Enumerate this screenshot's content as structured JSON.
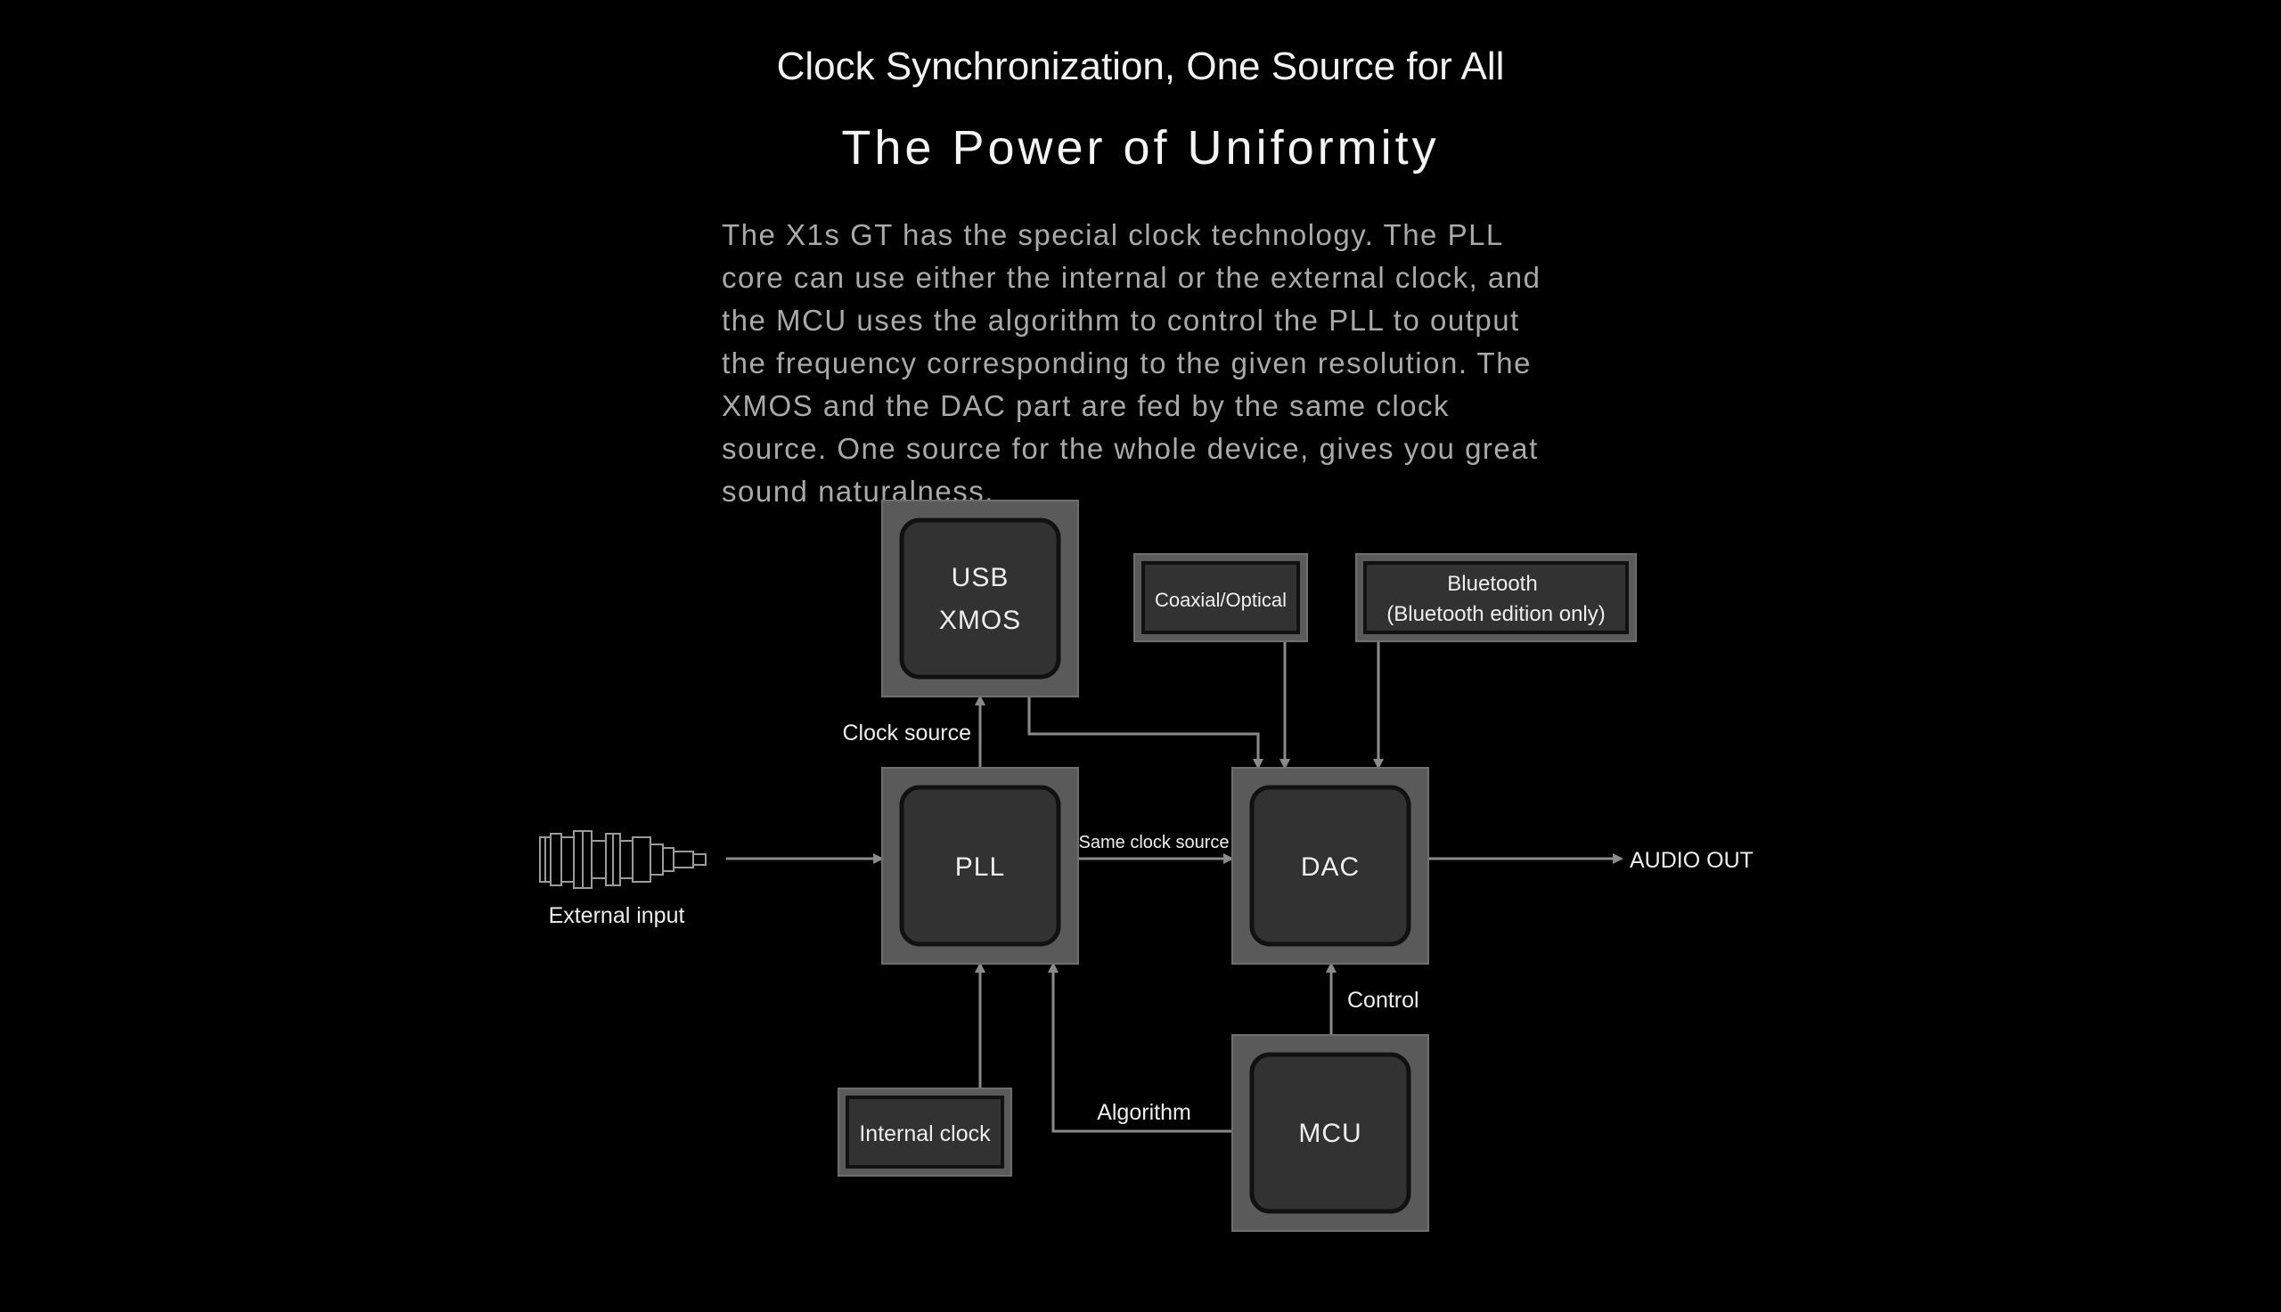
{
  "header": {
    "title": "Clock Synchronization, One Source for All",
    "subtitle": "The Power of Uniformity"
  },
  "description": "The X1s GT has the special clock technology. The PLL core can use either the internal or the external clock, and the MCU uses the algorithm to control the PLL to output the frequency corresponding to the given resolution. The XMOS and the DAC part are fed by the same clock source. One source for the whole device, gives you great sound naturalness.",
  "diagram": {
    "usb_xmos": {
      "line1": "USB",
      "line2": "XMOS"
    },
    "pll": "PLL",
    "dac": "DAC",
    "mcu": "MCU",
    "coaxial_optical": "Coaxial/Optical",
    "bluetooth": {
      "line1": "Bluetooth",
      "line2": "(Bluetooth edition only)"
    },
    "internal_clock": "Internal clock",
    "external_input": "External input",
    "audio_out": "AUDIO OUT",
    "clock_source": "Clock source",
    "same_clock_source": "Same clock source",
    "control": "Control",
    "algorithm": "Algorithm"
  },
  "colors": {
    "background": "#000000",
    "chip_outer": "#5a5a5a",
    "chip_inner": "#323232",
    "line": "#8a8a8a"
  }
}
